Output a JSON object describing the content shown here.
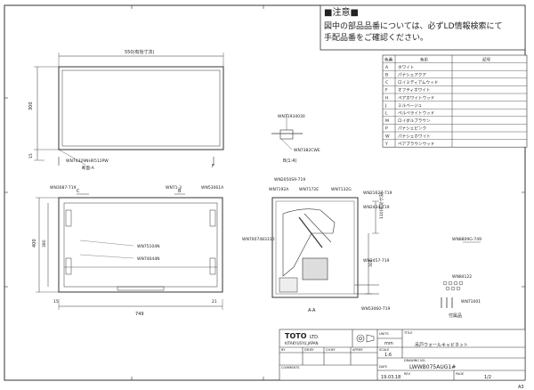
{
  "notice": {
    "header": "■注意■",
    "line1": "図中の部品品番については、必ずLD情報検索にて",
    "line2": "手配品番をご確認ください。"
  },
  "color_table": {
    "headers": [
      "色番",
      "色彩",
      "記号"
    ],
    "rows": [
      {
        "code": "A",
        "name": "ホワイト"
      },
      {
        "code": "B",
        "name": "パナシェアクア"
      },
      {
        "code": "C",
        "name": "ロイミディアムウッド"
      },
      {
        "code": "F",
        "name": "オフティホワイト"
      },
      {
        "code": "H",
        "name": "ペアホワイトウッド"
      },
      {
        "code": "J",
        "name": "ミルベージュ"
      },
      {
        "code": "L",
        "name": "ペルベライトウッド"
      },
      {
        "code": "M",
        "name": "ロイダルブラウン"
      },
      {
        "code": "P",
        "name": "パナシェピンク"
      },
      {
        "code": "W",
        "name": "パナシェホワイト"
      },
      {
        "code": "Y",
        "name": "ペアブラウンウッド"
      }
    ]
  },
  "top_view": {
    "dim_width": "550(有効寸法)",
    "dim_height": "300",
    "dim_small": "15",
    "label_left": "WN74329NHR512PW",
    "label_view": "断面-A",
    "label_f": "F"
  },
  "detail_b": {
    "label1": "WN71934030",
    "label2": "WN7382CWE",
    "caption": "B(1:4)"
  },
  "front_view": {
    "tag_c": "C",
    "tag_b": "B",
    "label_tl": "WN3087-719",
    "label_tr": "WN53061A",
    "label_t": "WN71-3",
    "label_m1": "WN75104N",
    "label_m2": "WN74044N",
    "dim_w": "749",
    "dim_h": "400",
    "dim_in": "380",
    "dim_side": "15",
    "dim_bot": "21"
  },
  "section_view": {
    "l1": "WN2050S9-719",
    "l2": "WN7192A",
    "l3": "WN7172E",
    "l4": "WN7132G",
    "l5": "WN2162Z-719",
    "l6": "WN2434-719",
    "l7": "WN2457-719",
    "l8": "WN7007483310",
    "l9": "WN53060-719",
    "dim_a": "110(有効寸法)",
    "dim_b": "301",
    "caption": "A-A"
  },
  "accessories": {
    "label1": "WN8809G-749",
    "label2": "WN84122",
    "label3": "WN71001",
    "caption": "付属品"
  },
  "title_block": {
    "company": "TOTO",
    "company_suffix": "LTD.",
    "location": "KITAKYUSYU,JAPAN",
    "units_label": "UNITS",
    "units": "mm",
    "title_label": "TITLE",
    "title": "吊戸ウォールキャビネット",
    "scale_label": "SCALE",
    "scale": "1:6",
    "drawing_label": "DRAWING NO.",
    "drawing_no": "LWWB075AUG1#",
    "by_label": "BY",
    "dr_label": "DR.BY",
    "ch_label": "CH.BY",
    "app_label": "APP.BY",
    "comments_label": "COMMENTS",
    "date_label": "DATE",
    "date": "19.03.18",
    "rev_label": "REV",
    "page_label": "PAGE",
    "page": "1/2",
    "size": "A3"
  }
}
